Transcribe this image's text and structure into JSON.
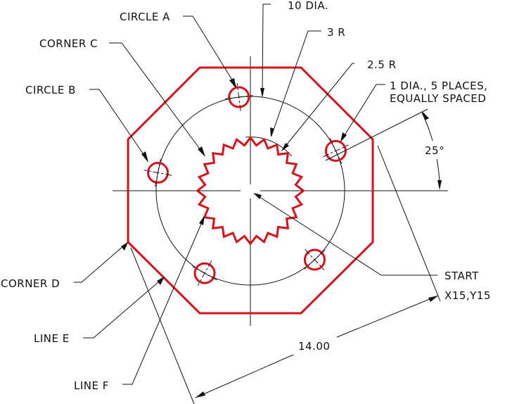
{
  "drawing": {
    "type": "CAD detail drawing",
    "colors": {
      "part_outline": "#d6121a",
      "annotation": "#111111",
      "background": "#ffffff"
    },
    "labels": {
      "circle_a": "CIRCLE A",
      "corner_c": "CORNER C",
      "circle_b": "CIRCLE B",
      "corner_d": "CORNER D",
      "line_e": "LINE E",
      "line_f": "LINE F",
      "dia_10": "10 DIA.",
      "r_3": "3 R",
      "r_2_5": "2.5 R",
      "holes_line1": "1 DIA., 5 PLACES,",
      "holes_line2": "EQUALLY SPACED",
      "angle": "25°",
      "start_line1": "START",
      "start_line2": "X15,Y15",
      "overall_dim": "14.00"
    },
    "geometry_spec": {
      "octagon_sides": 8,
      "bolt_circle_diameter": 10,
      "gear_outer_radius": 3,
      "gear_inner_radius": 2.5,
      "gear_teeth": 24,
      "hole_diameter": 1,
      "hole_count": 5,
      "hole_start_angle_deg": 25,
      "overall_width": 14.0,
      "start_point": "X15,Y15"
    }
  }
}
